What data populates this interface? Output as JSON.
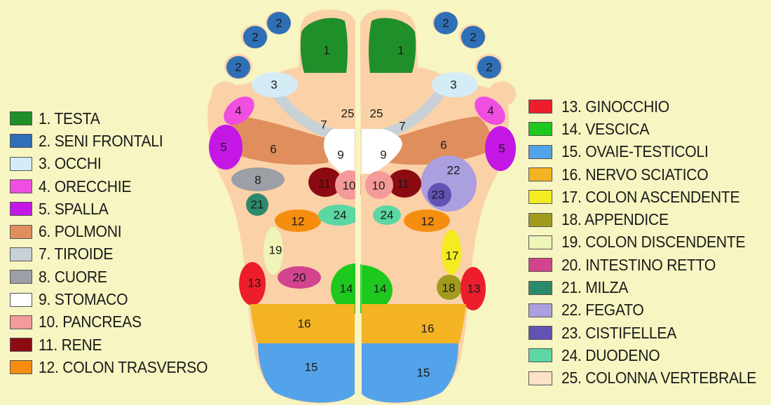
{
  "zone_labels": {
    "z1": "1",
    "z2": "2",
    "z3": "3",
    "z4": "4",
    "z5": "5",
    "z6": "6",
    "z7": "7",
    "z8": "8",
    "z9": "9",
    "z10": "10",
    "z11": "11",
    "z12": "12",
    "z13": "13",
    "z14": "14",
    "z15": "15",
    "z16": "16",
    "z17": "17",
    "z18": "18",
    "z19": "19",
    "z20": "20",
    "z21": "21",
    "z22": "22",
    "z23": "23",
    "z24": "24",
    "z25": "25"
  },
  "legend_left": [
    {
      "label": "1. TESTA",
      "color": "#1f8f2a"
    },
    {
      "label": "2. SENI FRONTALI",
      "color": "#2f6fb5"
    },
    {
      "label": "3. OCCHI",
      "color": "#d5ecf7"
    },
    {
      "label": "4. ORECCHIE",
      "color": "#f04ee0"
    },
    {
      "label": "5. SPALLA",
      "color": "#c417e6"
    },
    {
      "label": "6. POLMONI",
      "color": "#e08e5d"
    },
    {
      "label": "7. TIROIDE",
      "color": "#c7d1d6"
    },
    {
      "label": "8. CUORE",
      "color": "#9c9fa5"
    },
    {
      "label": "9. STOMACO",
      "color": "#ffffff"
    },
    {
      "label": "10. PANCREAS",
      "color": "#f59a9a"
    },
    {
      "label": "11. RENE",
      "color": "#8c0b12"
    },
    {
      "label": "12. COLON TRASVERSO",
      "color": "#f58d0f"
    }
  ],
  "legend_right": [
    {
      "label": "13. GINOCCHIO",
      "color": "#ed1d2b"
    },
    {
      "label": "14. VESCICA",
      "color": "#1ec81e"
    },
    {
      "label": "15. OVAIE-TESTICOLI",
      "color": "#52a3ea"
    },
    {
      "label": "16. NERVO SCIATICO",
      "color": "#f4b323"
    },
    {
      "label": "17. COLON ASCENDENTE",
      "color": "#f4ec20"
    },
    {
      "label": "18. APPENDICE",
      "color": "#a19b1d"
    },
    {
      "label": "19. COLON DISCENDENTE",
      "color": "#eef5b6"
    },
    {
      "label": "20. INTESTINO RETTO",
      "color": "#d3448e"
    },
    {
      "label": "21. MILZA",
      "color": "#2c8a6c"
    },
    {
      "label": "22. FEGATO",
      "color": "#ab9fe0"
    },
    {
      "label": "23. CISTIFELLEA",
      "color": "#6252b4"
    },
    {
      "label": "24. DUODENO",
      "color": "#5ad7a2"
    },
    {
      "label": "25. COLONNA VERTEBRALE",
      "color": "#fbe1c6"
    }
  ]
}
